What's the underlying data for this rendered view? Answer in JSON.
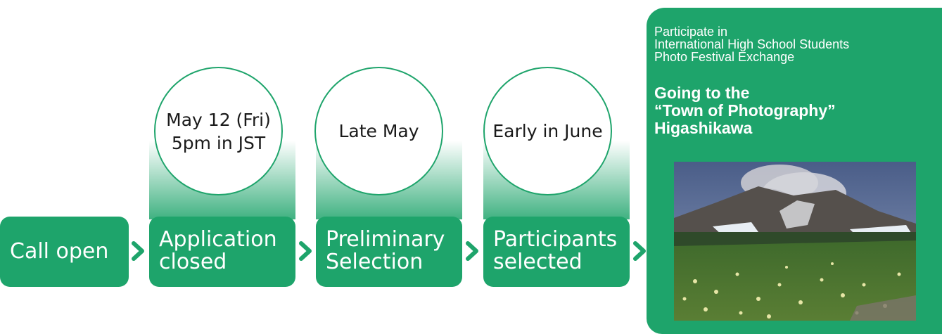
{
  "steps": [
    {
      "label_lines": [
        "Call open"
      ]
    },
    {
      "label_lines": [
        "Application",
        "closed"
      ],
      "date_lines": [
        "May 12 (Fri)",
        "5pm in JST"
      ]
    },
    {
      "label_lines": [
        "Preliminary",
        "Selection"
      ],
      "date_lines": [
        "Late May"
      ]
    },
    {
      "label_lines": [
        "Participants",
        "selected"
      ],
      "date_lines": [
        "Early in June"
      ]
    }
  ],
  "panel": {
    "intro_lines": [
      "Participate in",
      "International High School Students",
      "Photo Festival Exchange"
    ],
    "heading_lines": [
      "Going to the",
      "“Town of Photography”",
      "Higashikawa"
    ],
    "photo_subject": "mountain-landscape-photo"
  },
  "colors": {
    "accent": "#1ea46b",
    "circle_fill": "#ffffff",
    "text_on_accent": "#ffffff"
  }
}
